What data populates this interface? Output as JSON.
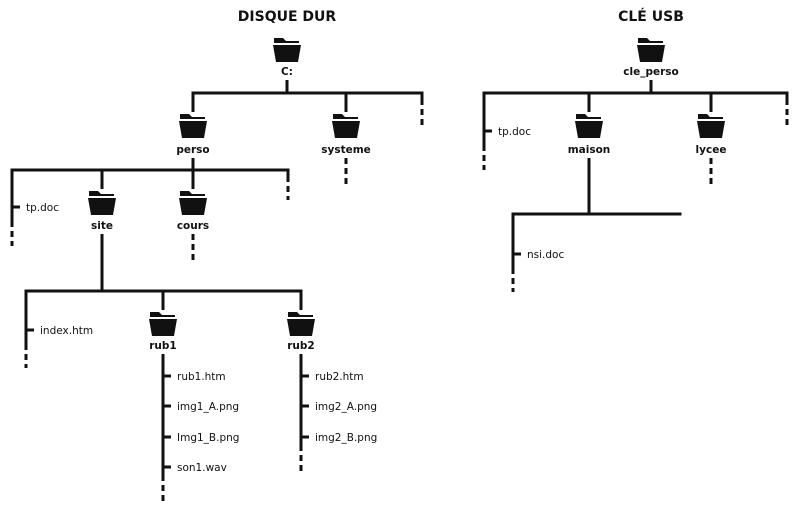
{
  "trees": [
    {
      "title": "DISQUE DUR",
      "root": {
        "name": "C:",
        "type": "folder",
        "children": [
          {
            "name": "perso",
            "type": "folder",
            "children": [
              {
                "name": "tp.doc",
                "type": "file"
              },
              {
                "name": "site",
                "type": "folder",
                "children": [
                  {
                    "name": "index.htm",
                    "type": "file"
                  },
                  {
                    "name": "rub1",
                    "type": "folder",
                    "children": [
                      {
                        "name": "rub1.htm",
                        "type": "file"
                      },
                      {
                        "name": "img1_A.png",
                        "type": "file"
                      },
                      {
                        "name": "Img1_B.png",
                        "type": "file"
                      },
                      {
                        "name": "son1.wav",
                        "type": "file"
                      }
                    ],
                    "more": true
                  },
                  {
                    "name": "rub2",
                    "type": "folder",
                    "children": [
                      {
                        "name": "rub2.htm",
                        "type": "file"
                      },
                      {
                        "name": "img2_A.png",
                        "type": "file"
                      },
                      {
                        "name": "img2_B.png",
                        "type": "file"
                      }
                    ],
                    "more": true
                  }
                ],
                "more": true
              },
              {
                "name": "cours",
                "type": "folder",
                "children": [],
                "more": true
              }
            ],
            "more": true
          },
          {
            "name": "systeme",
            "type": "folder",
            "children": [],
            "more": true
          }
        ],
        "more": true
      }
    },
    {
      "title": "CLÉ USB",
      "root": {
        "name": "cle_perso",
        "type": "folder",
        "children": [
          {
            "name": "tp.doc",
            "type": "file"
          },
          {
            "name": "maison",
            "type": "folder",
            "children": [
              {
                "name": "nsi.doc",
                "type": "file"
              }
            ],
            "more": true
          },
          {
            "name": "lycee",
            "type": "folder",
            "children": [],
            "more": true
          }
        ],
        "more": true
      }
    }
  ],
  "icons": {
    "folder": "folder-icon",
    "more": "ellipsis-dashed-line"
  },
  "colors": {
    "ink": "#111111",
    "background": "#ffffff"
  }
}
